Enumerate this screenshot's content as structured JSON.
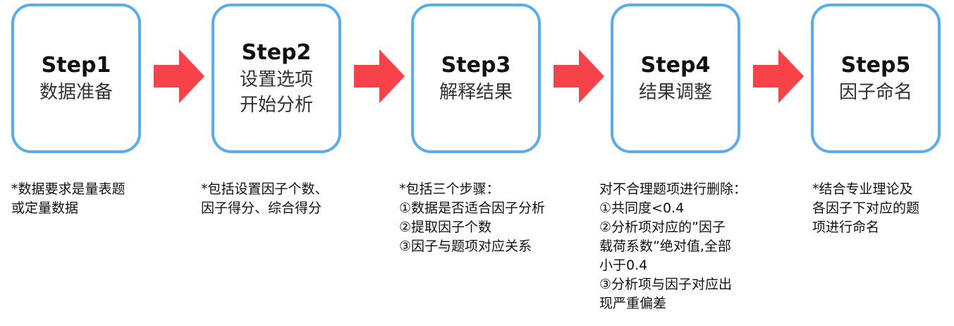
{
  "steps": [
    {
      "title": "Step1",
      "lines": [
        "数据准备"
      ]
    },
    {
      "title": "Step2",
      "lines": [
        "设置选项",
        "开始分析"
      ]
    },
    {
      "title": "Step3",
      "lines": [
        "解释结果"
      ]
    },
    {
      "title": "Step4",
      "lines": [
        "结果调整"
      ]
    },
    {
      "title": "Step5",
      "lines": [
        "因子命名"
      ]
    }
  ],
  "notes": [
    [
      "*数据要求是量表题",
      "或定量数据"
    ],
    [
      "*包括设置因子个数、",
      "因子得分、综合得分"
    ],
    [
      "*包括三个步骤：",
      "①数据是否适合因子分析",
      "②提取因子个数",
      "③因子与题项对应关系"
    ],
    [
      "对不合理题项进行删除：",
      "①共同度<0.4",
      "②分析项对应的”因子",
      "载荷系数”绝对值,全部",
      "小于0.4",
      "③分析项与因子对应出",
      "现严重偏差"
    ],
    [
      "*结合专业理论及",
      "各因子下对应的题",
      "项进行命名"
    ]
  ],
  "colors": {
    "box_border": "#58acf2",
    "arrow": "#f7424a"
  },
  "icons": {
    "arrow": "right-arrow-icon"
  }
}
